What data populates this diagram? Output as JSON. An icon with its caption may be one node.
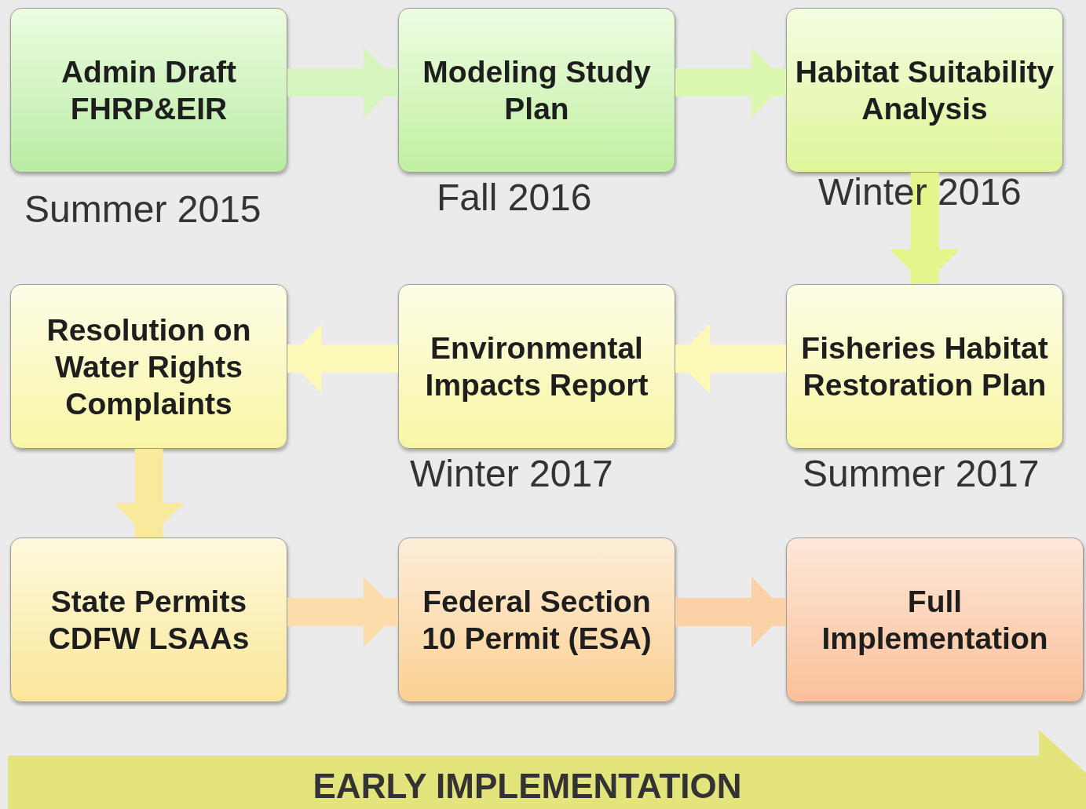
{
  "diagram": {
    "nodes": [
      {
        "text": [
          "Admin Draft FHRP&EIR"
        ],
        "beside": [
          "Summer 2015"
        ]
      },
      {
        "text": [
          "Modeling Study Plan"
        ],
        "beside": [
          "Fall 2016"
        ]
      },
      {
        "text": [
          "Habitat Suitability Analysis"
        ],
        "beside": [
          "Winter 2016"
        ]
      },
      {
        "text": [
          "Resolution on Water Rights Complaints"
        ]
      },
      {
        "text": [
          "Environmental Impacts Report"
        ],
        "beside": [
          "Winter 2017"
        ]
      },
      {
        "text": [
          "Fisheries Habitat Restoration Plan"
        ],
        "beside": [
          "Summer 2017"
        ]
      },
      {
        "text": [
          "State Permits CDFW LSAAs"
        ]
      },
      {
        "text": [
          "Federal Section 10 Permit (ESA)"
        ]
      },
      {
        "text": [
          "Full Implementation"
        ]
      },
      {
        "text": [
          "EARLY IMPLEMENTATION"
        ]
      }
    ],
    "edges": [
      {
        "from": 0,
        "to": 1,
        "arrow": "to",
        "color": "#d6f5bc"
      },
      {
        "from": 1,
        "to": 2,
        "arrow": "to",
        "color": "#dcf7b0"
      },
      {
        "from": 2,
        "to": 5,
        "arrow": "to",
        "color": "#e4f58c"
      },
      {
        "from": 5,
        "to": 4,
        "arrow": "to",
        "color": "#fbf8b8"
      },
      {
        "from": 4,
        "to": 3,
        "arrow": "to",
        "color": "#fbf8b8"
      },
      {
        "from": 3,
        "to": 6,
        "arrow": "to",
        "color": "#f9e99c"
      },
      {
        "from": 6,
        "to": 7,
        "arrow": "to",
        "color": "#fbdcaa"
      },
      {
        "from": 7,
        "to": 8,
        "arrow": "to",
        "color": "#fbd2a8"
      }
    ]
  }
}
